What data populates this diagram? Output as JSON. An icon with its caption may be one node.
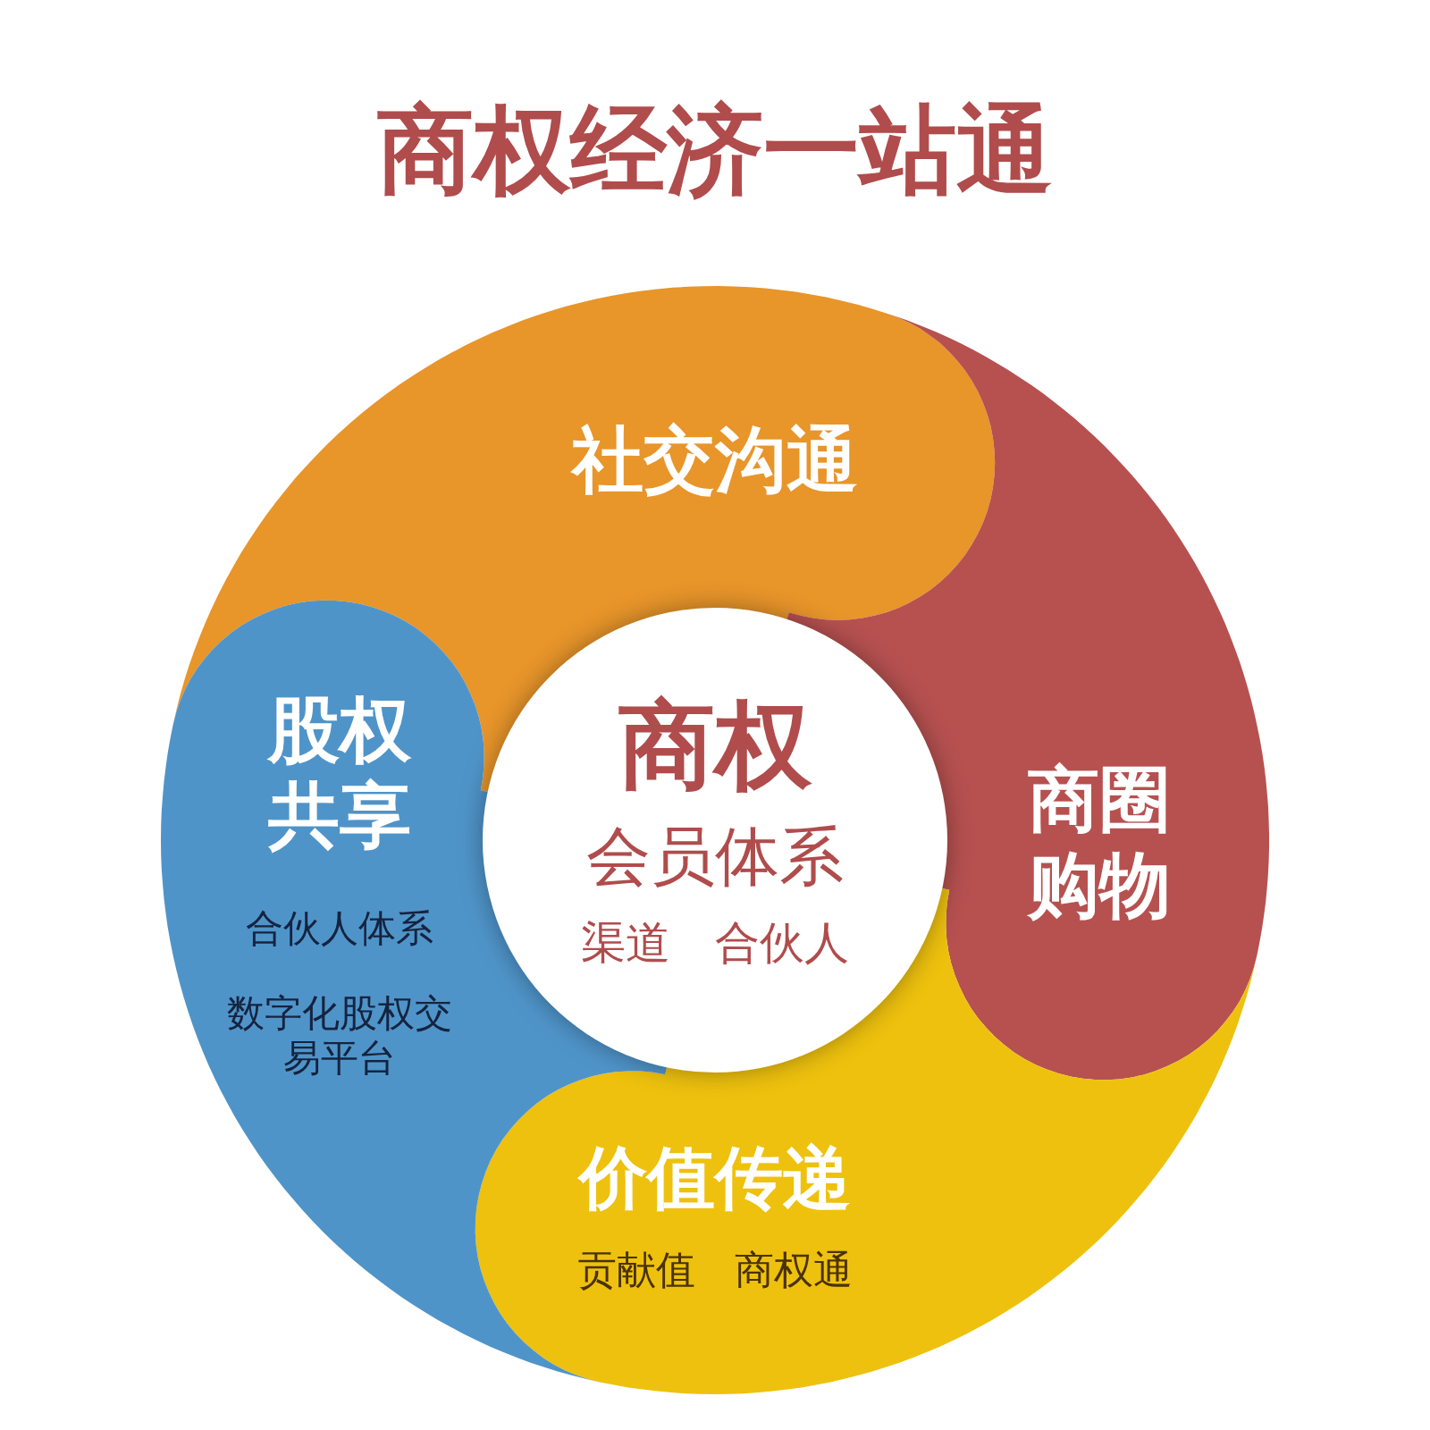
{
  "diagram": {
    "title": "商权经济一站通",
    "nodes": [
      {
        "text": [
          "商权",
          "会员体系",
          "渠道　合伙人"
        ]
      },
      {
        "text": [
          "社交沟通"
        ]
      },
      {
        "text": [
          "商圈购物"
        ]
      },
      {
        "text": [
          "价值传递",
          "贡献值　商权通"
        ]
      },
      {
        "text": [
          "股权共享",
          "合伙人体系",
          "数字化股权交易平台"
        ]
      }
    ]
  }
}
